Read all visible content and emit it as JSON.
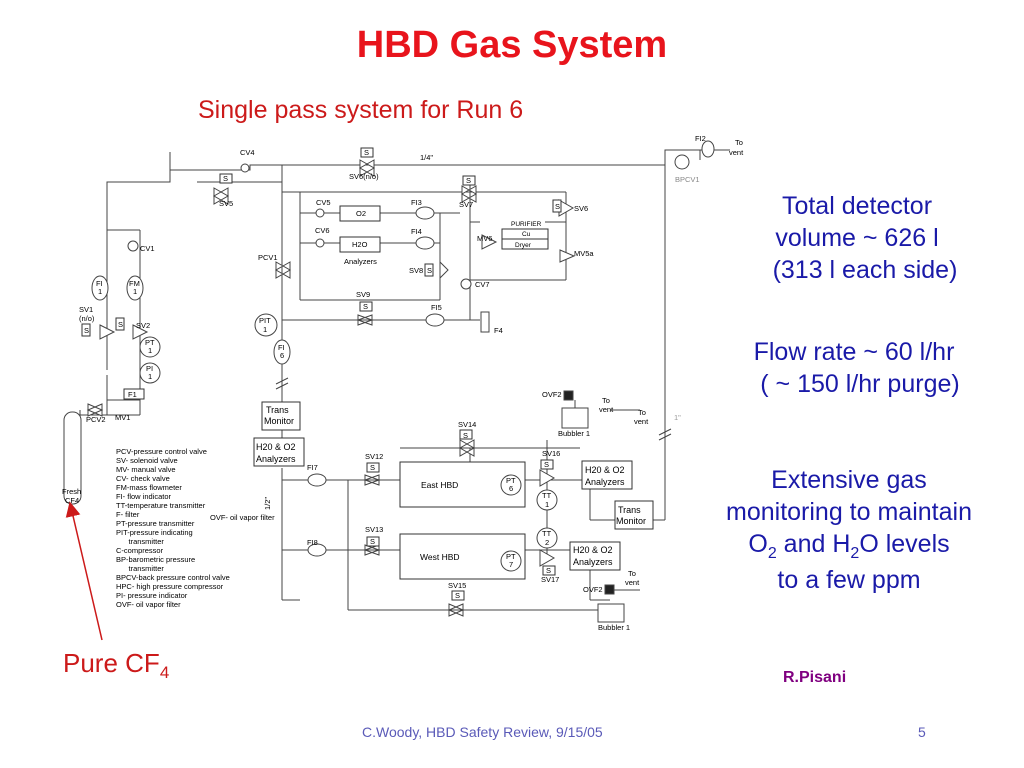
{
  "slide": {
    "title": "HBD Gas System",
    "subtitle": "Single pass system for Run 6",
    "notes": {
      "volume_1": "Total detector",
      "volume_2": "volume ~ 626 l",
      "volume_3": "(313 l each side)",
      "flow_1": "Flow rate ~ 60 l/hr",
      "flow_2": "( ~ 150 l/hr purge)",
      "mon_1": "Extensive gas",
      "mon_2": "monitoring to maintain",
      "mon_3a": "O",
      "mon_3b": "2",
      "mon_3c": " and H",
      "mon_3d": "2",
      "mon_3e": "O levels",
      "mon_4": "to a few ppm"
    },
    "cf4_main": "Pure CF",
    "cf4_sub": "4",
    "author": "R.Pisani",
    "footer": "C.Woody, HBD Safety Review, 9/15/05",
    "page_number": "5"
  },
  "colors": {
    "title": "#e8141c",
    "note_text": "#1a1aa8",
    "author": "#800080",
    "footer": "#5a5ab8"
  },
  "diagram": {
    "labels": {
      "cv4": "CV4",
      "s_sv6": "S",
      "sv6": "SV6(n/o)",
      "quarter": "1/4\"",
      "s_sv5": "S",
      "sv5": "SV5",
      "s_sv7": "S",
      "sv7": "SV7",
      "fi2": "FI2",
      "to": "To",
      "vent": "vent",
      "bpcv1": "BPCV1",
      "cv5": "CV5",
      "o2": "O2",
      "fi3": "FI3",
      "purifier": "PURIFIER",
      "cu": "Cu",
      "dryer": "Dryer",
      "s_sv6b": "S",
      "sv6b": "SV6",
      "cv6": "CV6",
      "h2o": "H2O",
      "fi4": "FI4",
      "mv6": "MV6",
      "mv5a": "MV5a",
      "analyzers": "Analyzers",
      "pcv1": "PCV1",
      "s_sv8": "S",
      "sv8": "SV8",
      "cv7": "CV7",
      "cv1": "CV1",
      "fi1a": "FI",
      "fi1b": "1",
      "fm1a": "FM",
      "fm1b": "1",
      "sv9": "SV9",
      "s_sv9": "S",
      "fi5": "FI5",
      "f4": "F4",
      "sv1a": "SV1",
      "sv1b": "(n/o)",
      "s_sv1": "S",
      "s_sv2": "S",
      "sv2": "SV2",
      "pit1a": "PIT",
      "pit1b": "1",
      "fi6a": "FI",
      "fi6b": "6",
      "pt1a": "PT",
      "pt1b": "1",
      "pi1a": "PI",
      "pi1b": "1",
      "f1": "F1",
      "pcv2": "PCV2",
      "mv1": "MV1",
      "ovf2": "OVF2",
      "to2": "To",
      "vent2": "vent",
      "to3": "To",
      "vent3": "vent",
      "bubbler1": "Bubbler 1",
      "trans1": "Trans",
      "monitor1": "Monitor",
      "sv14": "SV14",
      "s_sv14": "S",
      "h2o_o2_1": "H20 & O2",
      "analyzers1": "Analyzers",
      "sv12": "SV12",
      "s_sv12": "S",
      "sv16": "SV16",
      "s_sv16": "S",
      "fi7": "FI7",
      "h2o_o2_2": "H20 & O2",
      "analyzers2": "Analyzers",
      "east": "East HBD",
      "pt6a": "PT",
      "pt6b": "6",
      "tt1a": "TT",
      "tt1b": "1",
      "fresh": "Fresh",
      "cf4": "CF4",
      "ovf": "OVF- oil vapor filter",
      "half": "1/2\"",
      "trans2": "Trans",
      "monitor2": "Monitor",
      "sv13": "SV13",
      "s_sv13": "S",
      "fi8": "FI8",
      "tt2a": "TT",
      "tt2b": "2",
      "h2o_o2_3": "H20 & O2",
      "analyzers3": "Analyzers",
      "west": "West HBD",
      "pt7a": "PT",
      "pt7b": "7",
      "s_sv17": "S",
      "sv17": "SV17",
      "sv15": "SV15",
      "s_sv15": "S",
      "to4": "To",
      "vent4": "vent",
      "ovf2b": "OVF2",
      "bubbler1b": "Bubbler 1",
      "one_inch": "1\""
    },
    "legend": [
      "PCV-pressure control valve",
      "SV- solenoid valve",
      "MV- manual valve",
      "CV- check valve",
      "FM-mass flowmeter",
      "FI- flow indicator",
      "TT-temperature transmitter",
      "F- filter",
      "PT-pressure transmitter",
      "PIT-pressure indicating",
      "      transmitter",
      "C-compressor",
      "BP-barometric pressure",
      "      transmitter",
      "BPCV-back pressure control valve",
      "HPC- high pressure compressor",
      "PI- pressure indicator",
      "OVF- oil vapor filter"
    ]
  }
}
